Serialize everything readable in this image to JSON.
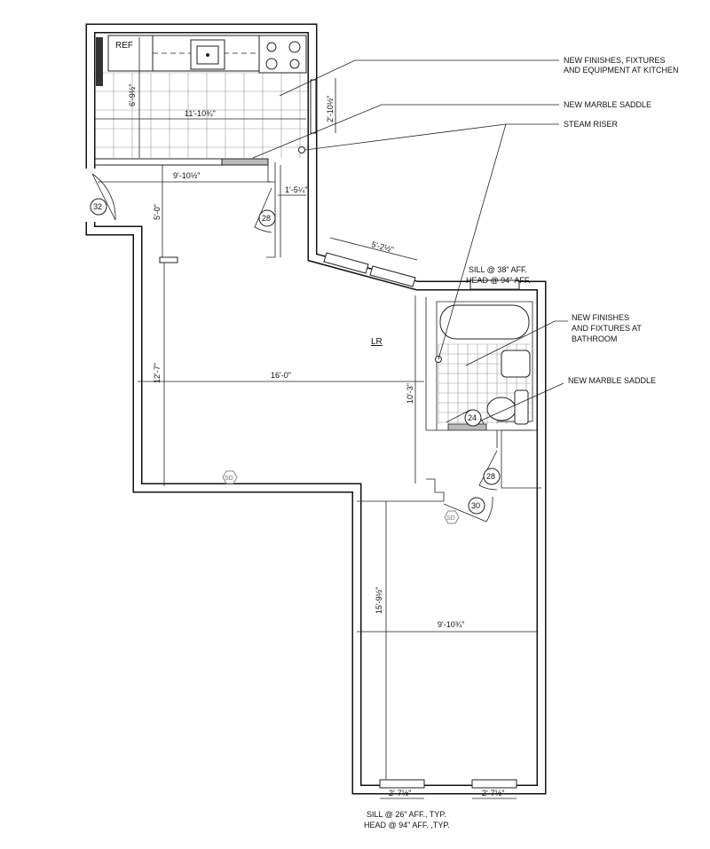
{
  "notes": {
    "kitchen_1": "NEW FINISHES, FIXTURES",
    "kitchen_2": "AND EQUIPMENT AT KITCHEN",
    "saddle_kitchen": "NEW MARBLE SADDLE",
    "steam_riser": "STEAM RISER",
    "sill_top_1": "SILL @ 38\" AFF.",
    "sill_top_2": "HEAD @ 94\" AFF.",
    "bath_1": "NEW FINISHES",
    "bath_2": "AND FIXTURES AT",
    "bath_3": "BATHROOM",
    "saddle_bath": "NEW MARBLE SADDLE",
    "sill_bottom_1": "SILL @ 26\" AFF., TYP.",
    "sill_bottom_2": "HEAD @ 94\" AFF. ,TYP."
  },
  "rooms": {
    "ref": "REF",
    "living": "LR"
  },
  "dimensions": {
    "kitchen_depth": "6'-9½\"",
    "kitchen_width": "11'-10¾\"",
    "kitchen_window": "2'-10½\"",
    "hall_width": "9'-10½\"",
    "closet_width": "1'-5¼\"",
    "hall_depth": "5'-0\"",
    "bay_window": "5'-2½\"",
    "lr_depth": "12'-7\"",
    "lr_width": "16'-0\"",
    "lr_right": "10'-3\"",
    "br_depth": "15'-9½\"",
    "br_width": "9'-10¾\"",
    "br_window_1": "2'-7½\"",
    "br_window_2": "2'-7½\""
  },
  "doors": {
    "d32": "32",
    "d28a": "28",
    "d24": "24",
    "d28b": "28",
    "d30": "30"
  },
  "smoke_detectors": {
    "sd1": "SD",
    "sd2": "SD"
  }
}
